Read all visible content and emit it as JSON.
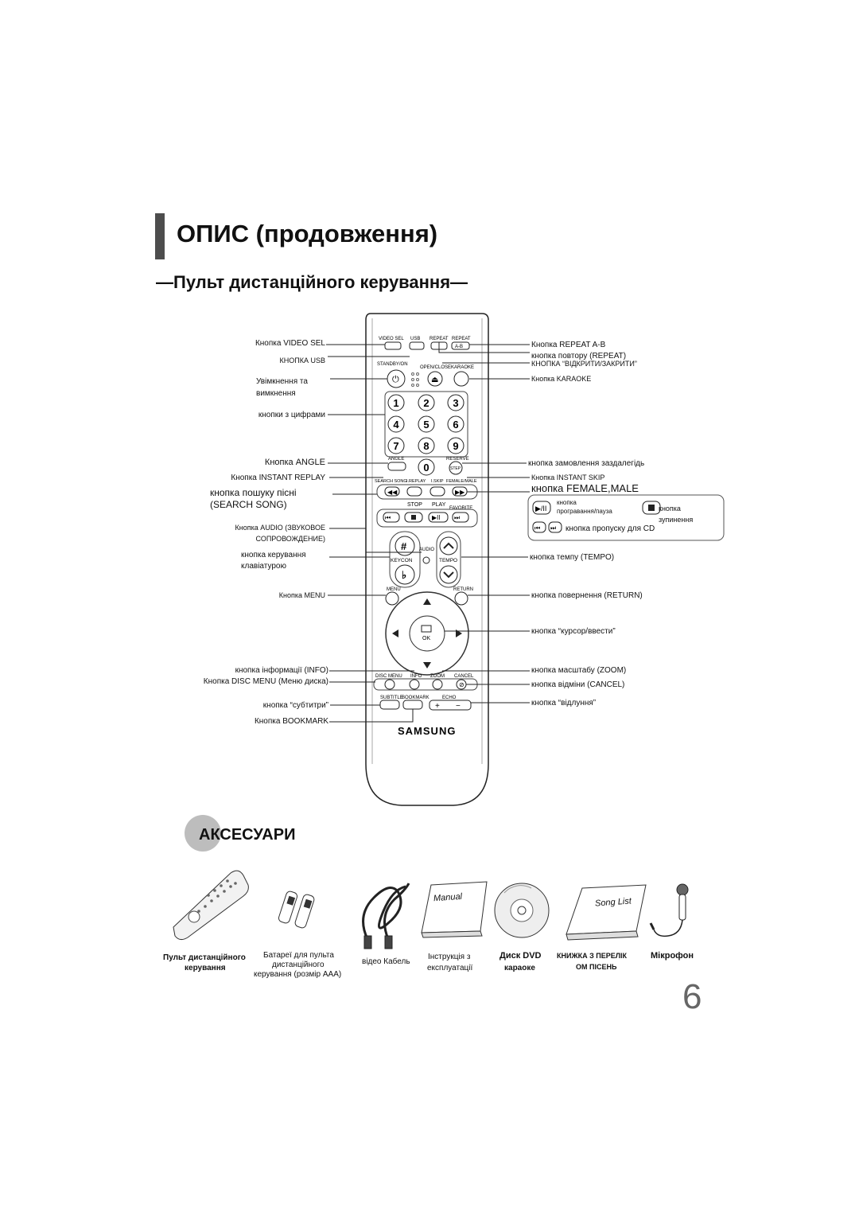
{
  "header": {
    "title": "ОПИС (продовження)",
    "subtitle": "—Пульт дистанційного керування—"
  },
  "remote": {
    "brand": "SAMSUNG",
    "buttons": {
      "video_sel": "VIDEO SEL",
      "usb": "USB",
      "repeat": "REPEAT",
      "repeat_ab": "REPEAT",
      "ab": "A-B",
      "standby": "STANDBY/ON",
      "open_close": "OPEN/CLOSE",
      "karaoke": "KARAOKE",
      "digits": [
        "1",
        "2",
        "3",
        "4",
        "5",
        "6",
        "7",
        "8",
        "9",
        "0"
      ],
      "angle": "ANGLE",
      "reserve": "RESERVE",
      "step": "STEP",
      "search_song": "SEARCH SONG",
      "i_replay": "I.REPLAY",
      "i_skip": "I.SKIP",
      "female_male": "FEMALE/MALE",
      "stop": "STOP",
      "play": "PLAY",
      "favorite": "FAVORITE",
      "audio": "AUDIO",
      "keycon": "KEYCON",
      "tempo": "TEMPO",
      "menu": "MENU",
      "return": "RETURN",
      "ok": "OK",
      "disc_menu": "DISC MENU",
      "info": "INFO",
      "zoom": "ZOOM",
      "cancel": "CANCEL",
      "subtitle": "SUBTITLE",
      "bookmark": "BOOKMARK",
      "echo": "ECHO"
    }
  },
  "labels_left": [
    "Кнопка VIDEO SEL",
    "КНОПКА USB",
    "Увімкнення та",
    "вимкнення",
    "кнопки з цифрами",
    "Кнопка ANGLE",
    "Кнопка INSTANT REPLAY",
    "кнопка пошуку пісні",
    "(SEARCH SONG)",
    "Кнопка AUDIO (ЗВУКОВОЕ",
    "СОПРОВОЖДЕНИЕ)",
    "кнопка керування",
    "клавіатурою",
    "Кнопка MENU",
    "кнопка інформації (INFO)",
    "Кнопка DISC MENU (Меню диска)",
    "кнопка “субтитри”",
    "Кнопка BOOKMARK"
  ],
  "labels_right": [
    "Кнопка REPEAT A-B",
    "кнопка повтору (REPEAT)",
    "КНОПКА “ВІДКРИТИ/ЗАКРИТИ”",
    "Кнопка KARAOKE",
    "кнопка замовлення заздалегідь",
    "Кнопка INSTANT SKIP",
    "кнопка FEMALE,MALE",
    "кнопка темпу (TEMPO)",
    "кнопка повернення (RETURN)",
    "кнопка “курсор/ввести”",
    "кнопка масштабу (ZOOM)",
    "кнопка відміни (CANCEL)",
    "кнопка “відлуння”"
  ],
  "transport_box": {
    "play_pause_1": "кнопка",
    "play_pause_2": "програвання/пауза",
    "stop_1": "кнопка",
    "stop_2": "зупинення",
    "skip": "кнопка пропуску для CD"
  },
  "accessories": {
    "title": "АКСЕСУАРИ",
    "items": [
      {
        "line1": "Пульт дистанційного",
        "line2": "керування"
      },
      {
        "line1": "Батареї для пульта",
        "line2": "дистанційного",
        "line3": "керування (розмір AAA)"
      },
      {
        "line1": "відео Кабель"
      },
      {
        "line1": "Інструкція з",
        "line2": "експлуатації"
      },
      {
        "line1": "Диск DVD",
        "line2": "караоке"
      },
      {
        "line1": "КНИЖКА З ПЕРЕЛІК",
        "line2": "ОМ ПІСЕНЬ"
      },
      {
        "line1": "Мікрофон"
      }
    ],
    "manual_text": "Manual",
    "songlist_text": "Song List"
  },
  "page_number": "6"
}
